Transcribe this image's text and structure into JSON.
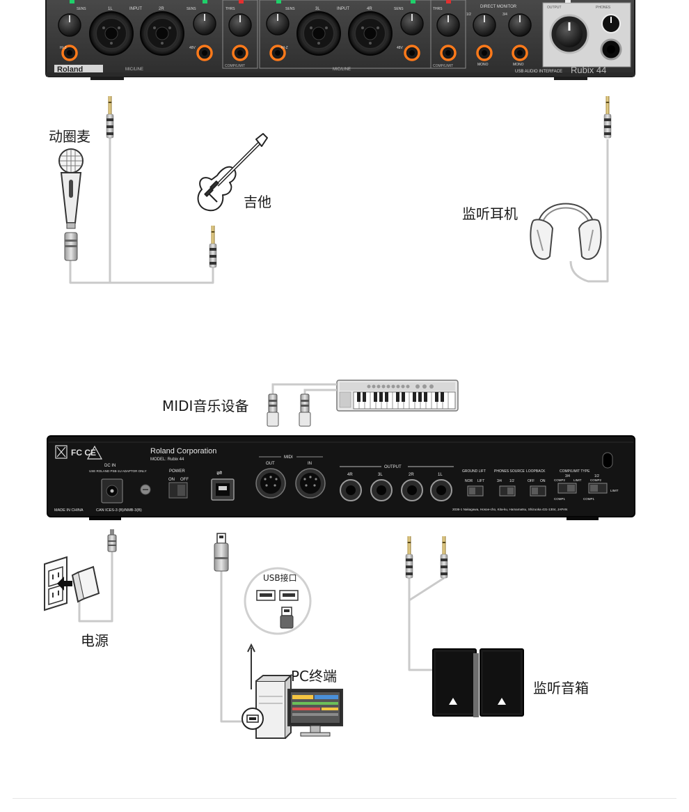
{
  "front_panel": {
    "brand": "Roland",
    "model_logo": "Rubix 44",
    "subtitle": "USB AUDIO INTERFACE",
    "input_label": "INPUT",
    "mic_line": "MIC/LINE",
    "comp_limit": "COMP/LIMIT",
    "direct_monitor": "DIRECT MONITOR",
    "sens": "SENS",
    "thrs": "THRS",
    "hiz": "HI-Z",
    "v48": "48V",
    "mono": "MONO",
    "ch_1l": "1L",
    "ch_2r": "2R",
    "ch_3l": "3L",
    "ch_4r": "4R",
    "dm_12": "1/2",
    "dm_34": "3/4",
    "output": "OUTPUT",
    "phones": "PHONES"
  },
  "rear_panel": {
    "corp": "Roland Corporation",
    "model": "MODEL: Rubix 44",
    "dc_in": "DC IN",
    "adaptor": "USE ROLAND PSB-1U ADAPTOR ONLY",
    "power": "POWER",
    "on": "ON",
    "off": "OFF",
    "midi": "MIDI",
    "midi_out": "OUT",
    "midi_in": "IN",
    "output": "OUTPUT",
    "out_4r": "4R",
    "out_3l": "3L",
    "out_2r": "2R",
    "out_1l": "1L",
    "ground_lift": "GROUND LIFT",
    "nor": "NOR",
    "lift": "LIFT",
    "phones_source": "PHONES SOURCE",
    "ps_34": "3/4",
    "ps_12": "1/2",
    "loopback": "LOOPBACK",
    "comp_type": "COMP/LIMIT TYPE",
    "ct_34": "3/4",
    "ct_12": "1/2",
    "comp1": "COMP1",
    "comp2": "COMP2",
    "limit": "LIMIT",
    "made_in": "MADE IN CHINA",
    "canices": "CAN ICES-3 (B)/NMB-3(B)",
    "address": "2036-1 Nakagawa, Hosoe-cho, Kita-ku, Hamamatsu, Shizuoka 431-1304, JAPAN"
  },
  "labels": {
    "dynamic_mic": "动圈麦",
    "guitar": "吉他",
    "headphones": "监听耳机",
    "midi_device": "MIDI音乐设备",
    "power": "电源",
    "usb_port": "USB接口",
    "pc": "PC终端",
    "speakers": "监听音箱"
  },
  "colors": {
    "panel": "#3c3c3c",
    "rear_panel": "#141414",
    "jack_orange": "#ff7a1a",
    "led_green": "#1fd06a",
    "led_red": "#e23030",
    "cable": "#c8c8c8"
  }
}
